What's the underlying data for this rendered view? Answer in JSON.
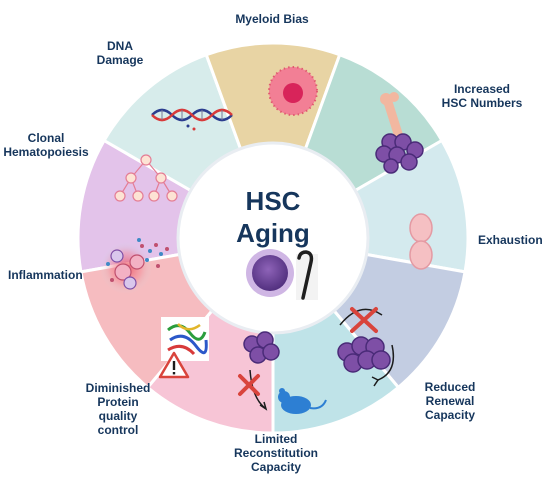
{
  "center": {
    "line1": "HSC",
    "line2": "Aging"
  },
  "segments": [
    {
      "key": "myeloid",
      "label": [
        "Myeloid Bias"
      ],
      "color": "#e3c3ea"
    },
    {
      "key": "increased",
      "label": [
        "Increased",
        "HSC Numbers"
      ],
      "color": "#d7eceb"
    },
    {
      "key": "exhaustion",
      "label": [
        "Exhaustion"
      ],
      "color": "#e8d4a4"
    },
    {
      "key": "renewal",
      "label": [
        "Reduced",
        "Renewal",
        "Capacity"
      ],
      "color": "#b8ddd4"
    },
    {
      "key": "reconstitution",
      "label": [
        "Limited",
        "Reconstitution",
        "Capacity"
      ],
      "color": "#d4eaee"
    },
    {
      "key": "protein",
      "label": [
        "Diminished",
        "Protein",
        "quality",
        "control"
      ],
      "color": "#c3cde2"
    },
    {
      "key": "inflammation",
      "label": [
        "Inflammation"
      ],
      "color": "#bfe3e8"
    },
    {
      "key": "clonal",
      "label": [
        "Clonal",
        "Hematopoiesis"
      ],
      "color": "#f7c5d6"
    },
    {
      "key": "dna",
      "label": [
        "DNA",
        "Damage"
      ],
      "color": "#f6bcc0"
    }
  ],
  "colors": {
    "text": "#16365c",
    "cell": "#7e4fa6",
    "cell_dark": "#4a2b78",
    "x_mark": "#d9443c",
    "mouse": "#2d7fd3"
  }
}
